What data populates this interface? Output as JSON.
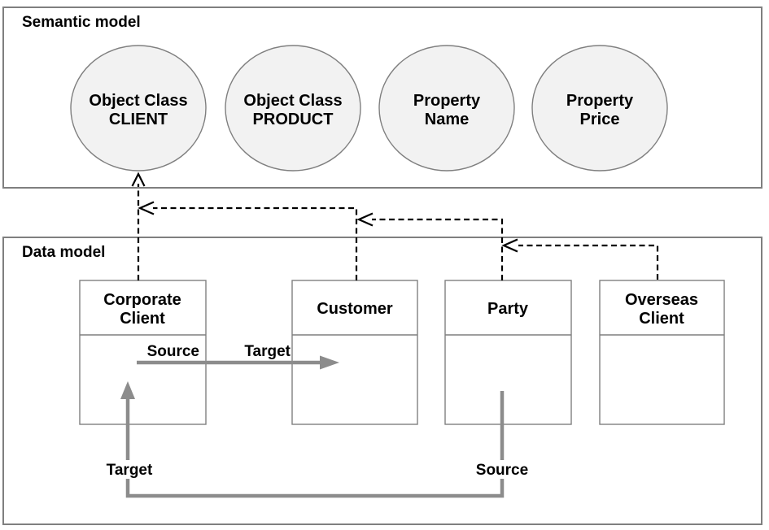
{
  "colors": {
    "background": "#ffffff",
    "container_border": "#7f7f7f",
    "node_fill": "#f2f2f2",
    "node_border": "#7f7f7f",
    "entity_fill": "#ffffff",
    "entity_border": "#7f7f7f",
    "mapping_arrow": "#000000",
    "transformation_arrow": "#8c8c8c",
    "text": "#000000"
  },
  "semantic_model": {
    "label": "Semantic model",
    "nodes": [
      {
        "id": "object-class-client",
        "line1": "Object Class",
        "line2": "CLIENT"
      },
      {
        "id": "object-class-product",
        "line1": "Object Class",
        "line2": "PRODUCT"
      },
      {
        "id": "property-name",
        "line1": "Property",
        "line2": "Name"
      },
      {
        "id": "property-price",
        "line1": "Property",
        "line2": "Price"
      }
    ]
  },
  "data_model": {
    "label": "Data model",
    "entities": [
      {
        "id": "corporate-client",
        "line1": "Corporate",
        "line2": "Client"
      },
      {
        "id": "customer",
        "line1": "Customer"
      },
      {
        "id": "party",
        "line1": "Party"
      },
      {
        "id": "overseas-client",
        "line1": "Overseas",
        "line2": "Client"
      }
    ]
  },
  "mappings": [
    {
      "from": "Corporate Client",
      "to": "Object Class CLIENT",
      "style": "dashed"
    },
    {
      "from": "Customer",
      "to": "Corporate Client",
      "style": "dashed"
    },
    {
      "from": "Party",
      "to": "Customer",
      "style": "dashed"
    },
    {
      "from": "Overseas Client",
      "to": "Party",
      "style": "dashed"
    }
  ],
  "transformations": [
    {
      "source": "Corporate Client",
      "target": "Customer",
      "source_label": "Source",
      "target_label": "Target"
    },
    {
      "source": "Party",
      "target": "Corporate Client",
      "source_label": "Source",
      "target_label": "Target"
    }
  ]
}
